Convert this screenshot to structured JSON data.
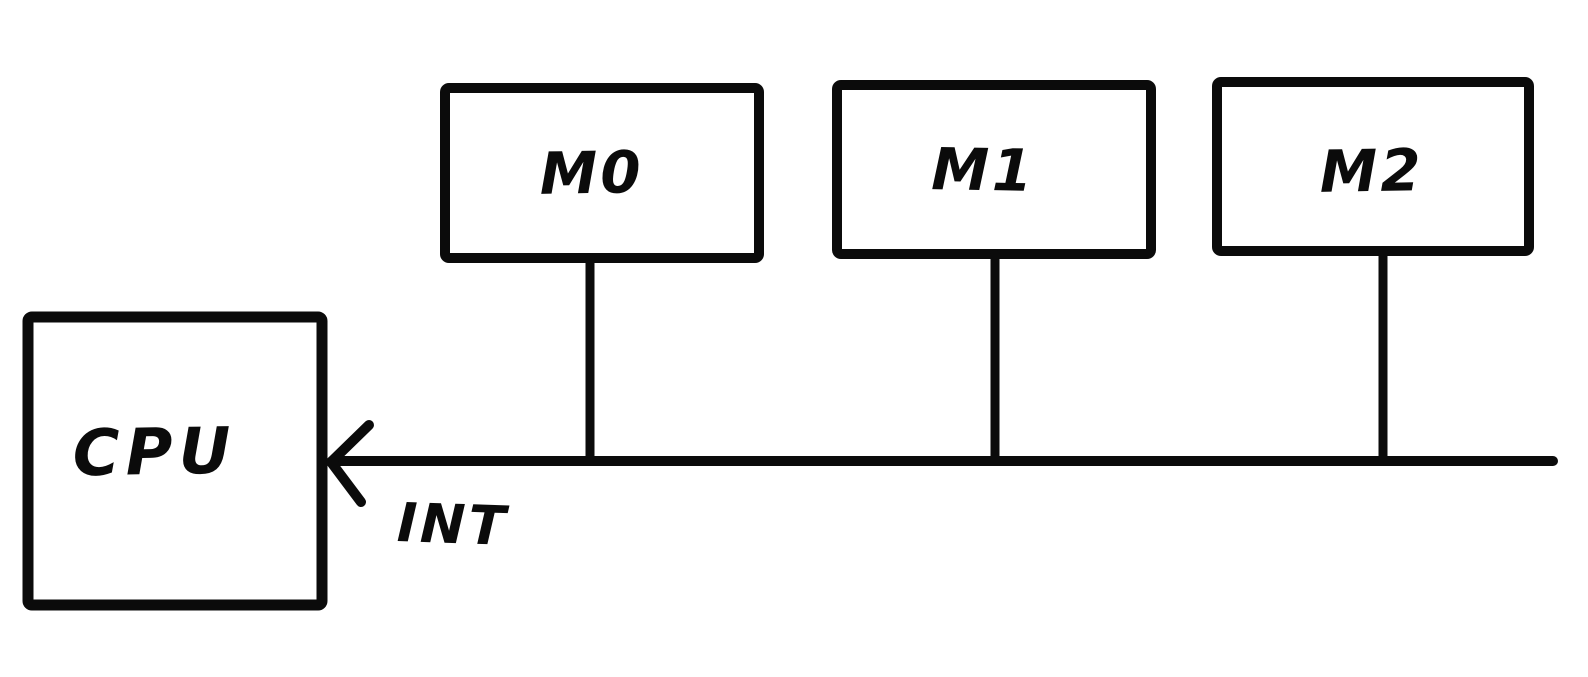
{
  "diagram": {
    "background_color": "#ffffff",
    "ink_color": "#0b0b0b",
    "cpu": {
      "label": "CPU"
    },
    "modules": [
      {
        "label": "M0"
      },
      {
        "label": "M1"
      },
      {
        "label": "M2"
      }
    ],
    "bus": {
      "interrupt_label": "INT"
    }
  }
}
